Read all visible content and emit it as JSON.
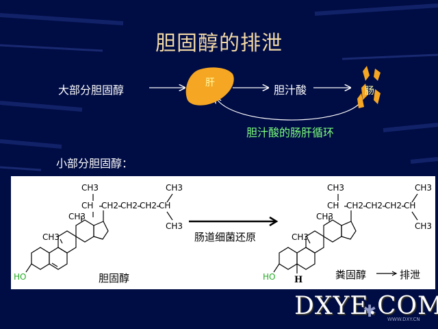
{
  "slide": {
    "title": "胆固醇的排泄"
  },
  "flow": {
    "start": "大部分胆固醇",
    "liver": "肝",
    "bile_acid": "胆汁酸",
    "intestine": "肠",
    "cycle": "胆汁酸的肠肝循环"
  },
  "minor": {
    "heading": "小部分胆固醇："
  },
  "reaction": {
    "reactant_name": "胆固醇",
    "arrow_label": "肠道细菌还原",
    "product_name": "粪固醇",
    "excretion": "排泄",
    "ho": "HO",
    "h": "H",
    "ch3": "CH3",
    "ch": "CH",
    "ch2": "CH2"
  },
  "watermark": {
    "text": "DXYE.COM",
    "sub": "WWW.DXY.CN"
  },
  "colors": {
    "background": "#000c44",
    "title": "#f2d9a6",
    "liver": "#f5a623",
    "cycle_text": "#7dff7d"
  }
}
